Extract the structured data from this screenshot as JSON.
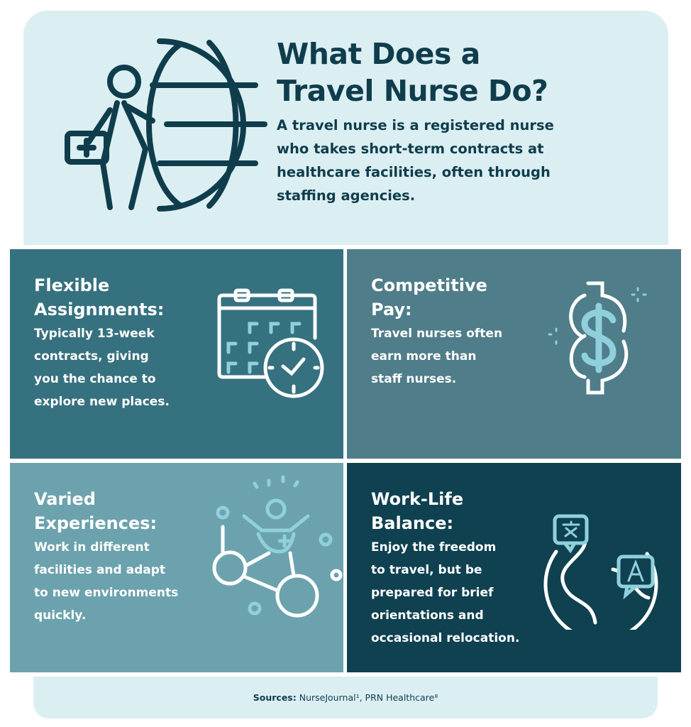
{
  "header": {
    "title_line1": "What Does a",
    "title_line2": "Travel Nurse Do?",
    "description": "A travel nurse is a registered nurse who takes short-term contracts at healthcare facilities, often through staffing agencies."
  },
  "panels": [
    {
      "title_line1": "Flexible",
      "title_line2": "Assignments:",
      "text": [
        "Typically 13-week",
        "contracts, giving",
        "you the chance to",
        "explore new places."
      ],
      "icon": "calendar-clock-icon"
    },
    {
      "title_line1": "Competitive",
      "title_line2": "Pay:",
      "text": [
        "Travel nurses often",
        "earn more than",
        "staff nurses."
      ],
      "icon": "dollar-icon"
    },
    {
      "title_line1": "Varied",
      "title_line2": "Experiences:",
      "text": [
        "Work in different",
        "facilities and adapt",
        "to new environments",
        "quickly."
      ],
      "icon": "network-people-icon"
    },
    {
      "title_line1": "Work-Life",
      "title_line2": "Balance:",
      "text": [
        "Enjoy the freedom",
        "to travel, but be",
        "prepared for brief",
        "orientations and",
        "occasional relocation."
      ],
      "icon": "globe-language-icon"
    }
  ],
  "sources": {
    "label": "Sources:",
    "text": "NurseJournal¹, PRN Healthcare⁸"
  },
  "colors": {
    "dark": "#0f3d4c",
    "light": "#dbeff3",
    "accent": "#8fd0dc"
  }
}
